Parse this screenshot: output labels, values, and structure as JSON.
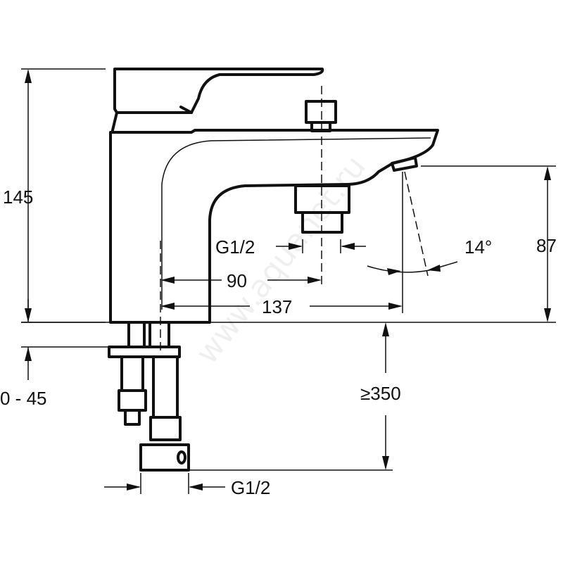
{
  "drawing": {
    "height_total": "145",
    "spout_height": "87",
    "connection_top": "G1/2",
    "offset_inner": "90",
    "offset_spout": "137",
    "angle": "14°",
    "deck_thickness": "0 - 45",
    "min_clearance": "≥350",
    "connection_bottom": "G1/2",
    "watermark": "www.aquanet.ru"
  },
  "colors": {
    "line": "#111111",
    "background": "#ffffff"
  }
}
